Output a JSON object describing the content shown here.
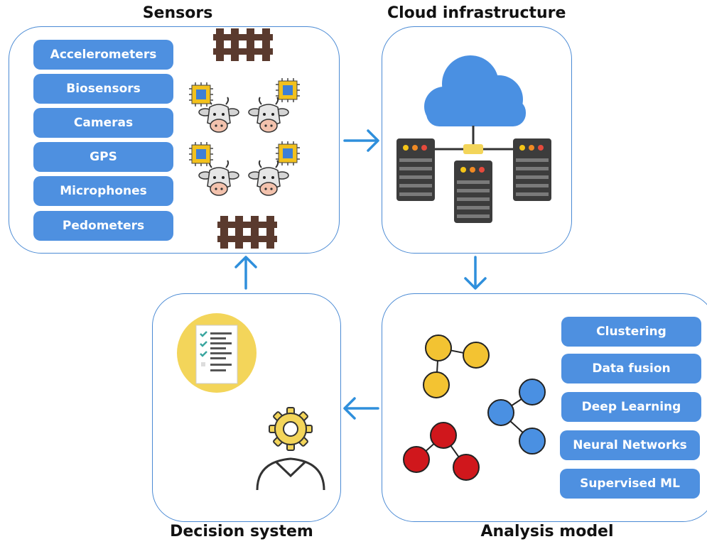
{
  "titles": {
    "sensors": "Sensors",
    "cloud": "Cloud infrastructure",
    "analysis": "Analysis model",
    "decision": "Decision system"
  },
  "sensors": {
    "items": [
      "Accelerometers",
      "Biosensors",
      "Cameras",
      "GPS",
      "Microphones",
      "Pedometers"
    ]
  },
  "analysis": {
    "items": [
      "Clustering",
      "Data fusion",
      "Deep Learning",
      "Neural Networks",
      "Supervised ML"
    ]
  },
  "colors": {
    "accent": "#4e90e0",
    "border": "#4a8ad4",
    "arrow": "#2f8fdc",
    "fence": "#5a3a2e",
    "node_yellow": "#f3c332",
    "node_blue": "#4a90e2",
    "node_red": "#d0171c",
    "server": "#3c3c3c"
  },
  "icons": [
    "fence-icon",
    "cow-icon",
    "chip-icon",
    "cloud-icon",
    "server-icon",
    "checklist-icon",
    "gear-person-icon",
    "graph-node-icon"
  ]
}
